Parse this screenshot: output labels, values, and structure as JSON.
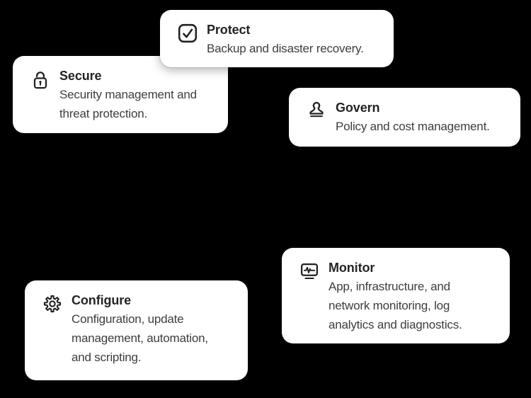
{
  "page": {
    "background_color": "#000000",
    "card_background": "#ffffff",
    "title_color": "#242424",
    "description_color": "#3d3d3d",
    "icon_color": "#222222"
  },
  "cards": [
    {
      "id": "protect",
      "title": "Protect",
      "description": "Backup and disaster recovery.",
      "icon": "checkbox-check-icon"
    },
    {
      "id": "secure",
      "title": "Secure",
      "description": "Security management and\nthreat protection.",
      "icon": "lock-icon"
    },
    {
      "id": "govern",
      "title": "Govern",
      "description": "Policy and cost management.",
      "icon": "stamp-icon"
    },
    {
      "id": "monitor",
      "title": "Monitor",
      "description": "App, infrastructure, and\nnetwork monitoring, log\nanalytics and diagnostics.",
      "icon": "monitor-pulse-icon"
    },
    {
      "id": "configure",
      "title": "Configure",
      "description": "Configuration, update\nmanagement, automation,\nand scripting.",
      "icon": "gear-icon"
    }
  ]
}
